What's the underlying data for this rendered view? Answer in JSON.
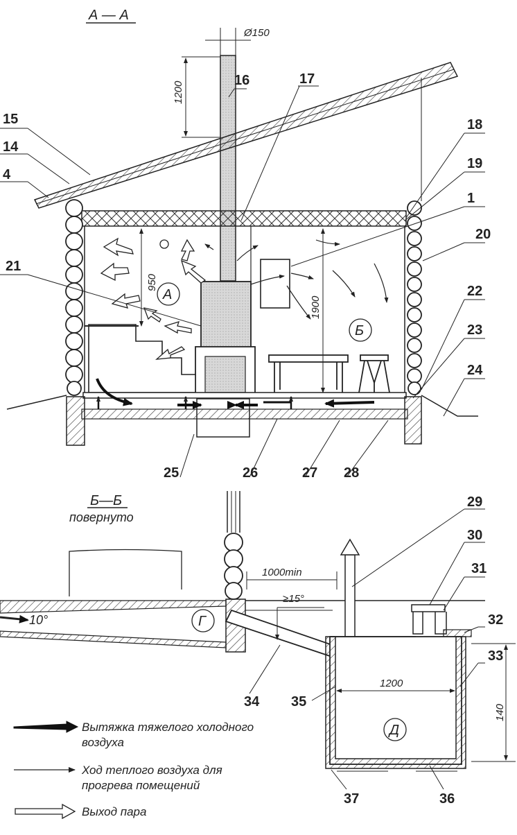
{
  "sections": {
    "aa_title": "А — А",
    "bb_title": "Б—Б",
    "bb_subtitle": "повернуто"
  },
  "dimensions": {
    "chimney_diameter": "Ø150",
    "chimney_height": "1200",
    "shelf_height": "950",
    "ceiling_height": "1900",
    "distance_min": "1000min",
    "pipe_slope": "≥15°",
    "floor_slope": "10°",
    "pit_width": "1200",
    "pit_depth": "140"
  },
  "zones": {
    "a": "А",
    "b": "Б",
    "g": "Г",
    "d": "Д"
  },
  "callouts": [
    "1",
    "4",
    "14",
    "15",
    "16",
    "17",
    "18",
    "19",
    "20",
    "21",
    "22",
    "23",
    "24",
    "25",
    "26",
    "27",
    "28",
    "29",
    "30",
    "31",
    "32",
    "33",
    "34",
    "35",
    "36",
    "37"
  ],
  "legend": {
    "item1_line1": "Вытяжка тяжелого холодного",
    "item1_line2": "воздуха",
    "item2_line1": "Ход теплого воздуха для",
    "item2_line2": "прогрева помещений",
    "item3": "Выход пара"
  }
}
